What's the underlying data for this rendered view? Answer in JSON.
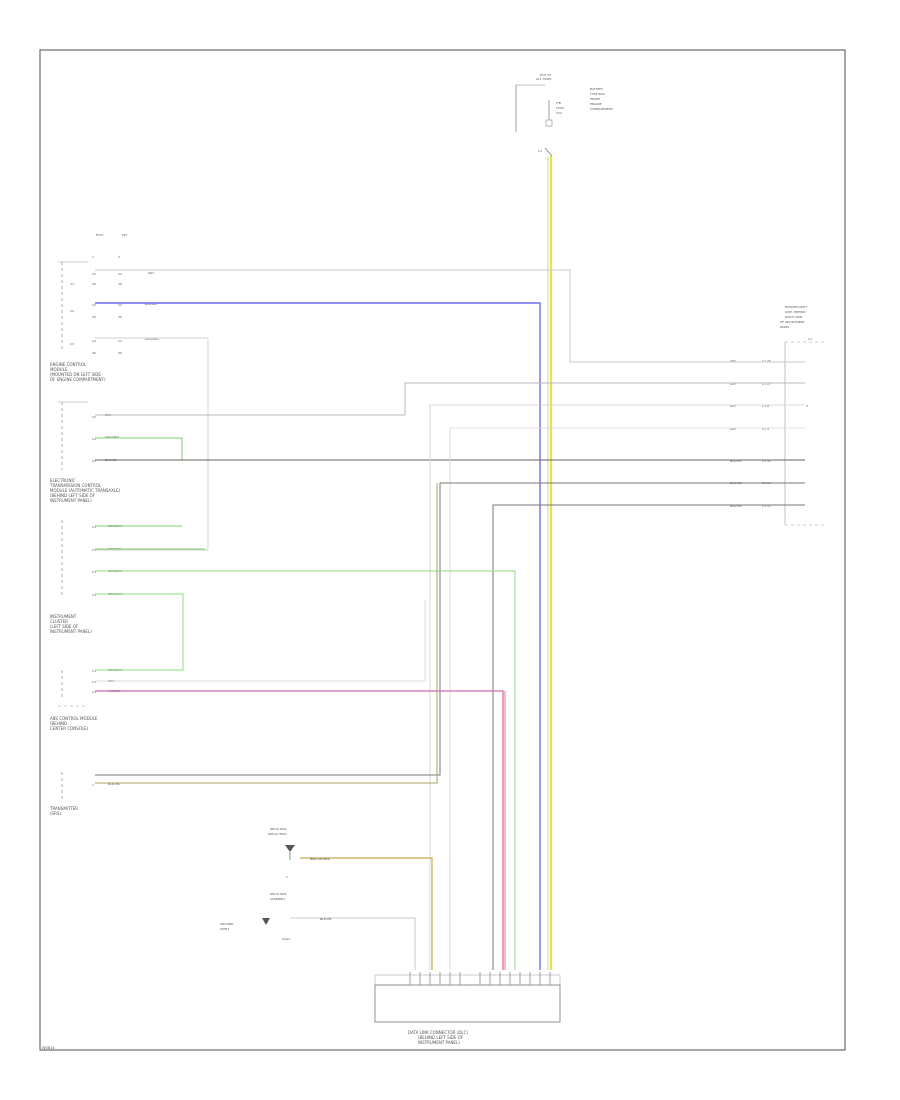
{
  "diagram": {
    "footer_code": "W0814",
    "top_connector": {
      "label": [
        "HOT AT",
        "ALL TIMES"
      ],
      "fuse_box": [
        "BATTERY",
        "FUSE BOX",
        "INSIDE",
        "ENGINE",
        "COMPARTMENT"
      ],
      "fuse": [
        "F/B",
        "FUSE",
        "15A"
      ],
      "pin": "C1"
    },
    "column_labels": {
      "left": "ETTC",
      "right": "M/T"
    },
    "ecm": {
      "name": [
        "ENGINE CONTROL",
        "MODULE",
        "(MOUNTED ON LEFT SIDE",
        "OF ENGINE COMPARTMENT)"
      ],
      "pins": [
        "C1",
        "C2",
        "C3"
      ],
      "wires": [
        "GRY",
        "BLK/GRY",
        "GRY/ORG"
      ]
    },
    "tcm": {
      "name": [
        "ELECTRONIC",
        "TRANSMISSION CONTROL",
        "MODULE (AUTOMATIC TRANSAXLE)",
        "(BEHIND LEFT SIDE OF",
        "INSTRUMENT PANEL)"
      ],
      "wires": [
        "GRY",
        "GRY/ORN",
        "BLK/YEL",
        "GRY/ORN",
        "GRY/ORN",
        "GRY/ORN",
        "GRY/ORN"
      ]
    },
    "cluster": {
      "name": [
        "INSTRUMENT",
        "CLUSTER",
        "(LEFT SIDE OF",
        "INSTRUMENT PANEL)"
      ],
      "wires": [
        "GRY/ORN",
        "GRY",
        "YEL/RED"
      ]
    },
    "abs": {
      "name": [
        "ABS CONTROL MODULE",
        "(BEHIND",
        "CENTER CONSOLE)"
      ]
    },
    "transmitter": {
      "name": [
        "TRANSMITTER",
        "(SRS)"
      ],
      "wire": "BLK/YEL"
    },
    "right_module": {
      "name": [
        "BCM/SECURITY",
        "UNIT, BEHIND",
        "RIGHT SIDE",
        "OF INSTRUMENT",
        "PANEL"
      ],
      "pin": "C1",
      "wires": [
        "GRY",
        "GRY",
        "GRY",
        "GRY",
        "BLK/YEL",
        "BLK/YEL",
        "BLK/YEL"
      ]
    },
    "ground": {
      "upper_label": [
        "RELAY BOX",
        "(RELAY BOX)"
      ],
      "lower_label": [
        "RELAY BOX",
        "ASSEMBLY"
      ],
      "left_label": [
        "GROUND",
        "POINT"
      ],
      "wires": [
        "BRN  GRY/BLK",
        "BLK/YEL"
      ],
      "pin": "G101"
    },
    "dlc": {
      "name": [
        "DATA LINK CONNECTOR (DLC)",
        "(BEHIND LEFT SIDE OF",
        "INSTRUMENT PANEL)"
      ]
    }
  }
}
